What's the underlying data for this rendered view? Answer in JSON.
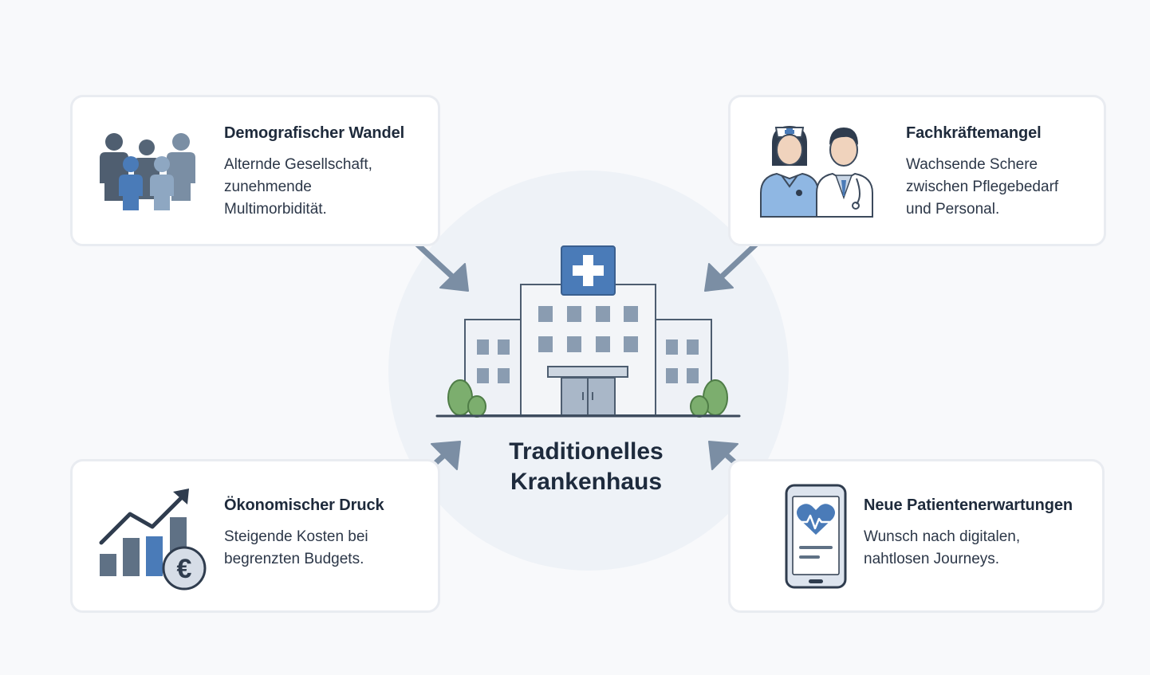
{
  "center": {
    "title": "Traditionelles\nKrankenhaus"
  },
  "cards": {
    "demographic": {
      "title": "Demografischer Wandel",
      "text": "Alternde Gesellschaft,\nzunehmende\nMultimorbidität.",
      "icon": "people-group-icon"
    },
    "workforce": {
      "title": "Fachkräftemangel",
      "text": "Wachsende Schere\nzwischen Pflegebedarf\nund Personal.",
      "icon": "nurse-doctor-icon"
    },
    "economic": {
      "title": "Ökonomischer Druck",
      "text": "Steigende Kosten bei\nbegrenzten Budgets.",
      "icon": "rising-costs-euro-icon",
      "currency_symbol": "€"
    },
    "patients": {
      "title": "Neue Patientenerwartungen",
      "text": "Wunsch nach digitalen,\nnahtlosen Journeys.",
      "icon": "smartphone-heart-icon"
    }
  },
  "colors": {
    "primary_blue": "#4a7bb8",
    "light_blue": "#8fb7e3",
    "slate": "#5f7185",
    "arrow": "#7b8ea4",
    "green": "#7cae6e"
  }
}
